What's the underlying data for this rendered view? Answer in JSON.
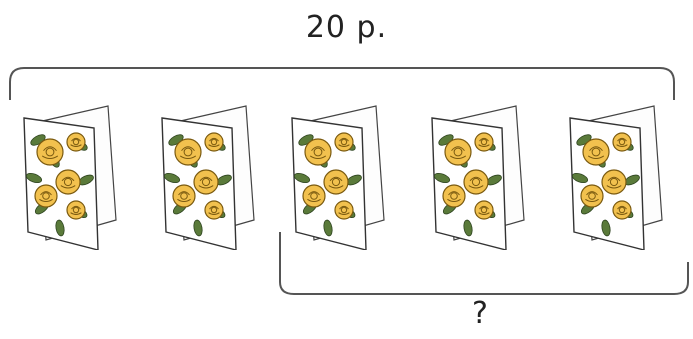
{
  "labels": {
    "total": "20  р.",
    "unknown": "?"
  },
  "diagram": {
    "total_cards": 5,
    "unknown_group_cards": 3,
    "cards": [
      {
        "id": 1,
        "picture": "yellow-roses"
      },
      {
        "id": 2,
        "picture": "yellow-roses"
      },
      {
        "id": 3,
        "picture": "yellow-roses"
      },
      {
        "id": 4,
        "picture": "yellow-roses"
      },
      {
        "id": 5,
        "picture": "yellow-roses"
      }
    ]
  },
  "colors": {
    "bracket": "#555555",
    "rose": "#f2c14e",
    "rose_outline": "#7a5a10",
    "leaf": "#5a7a3a",
    "card_paper": "#ffffff"
  }
}
